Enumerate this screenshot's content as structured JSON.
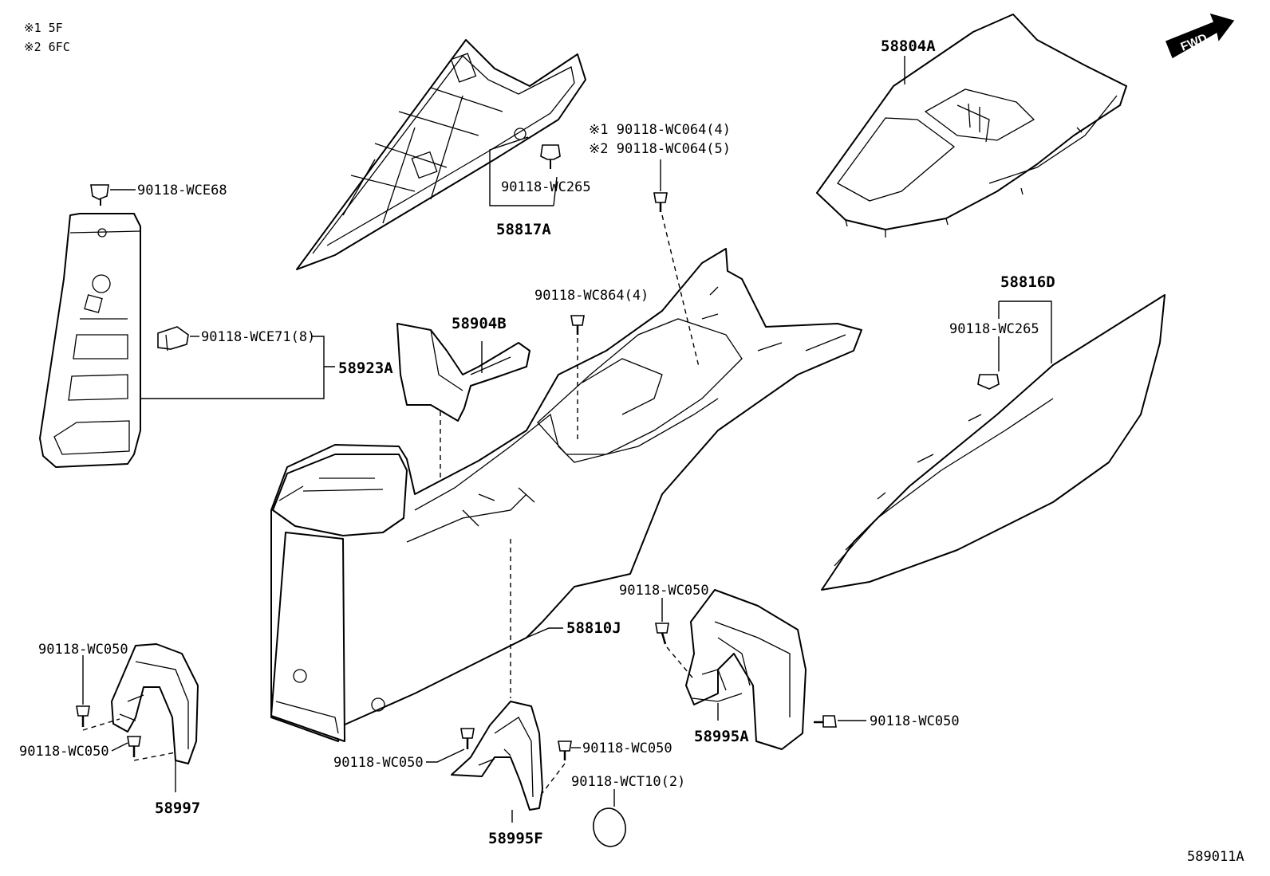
{
  "notes": {
    "note1": "※1 5F",
    "note2": "※2 6FC"
  },
  "fwd_label": "FWD",
  "figure_id": "589011A",
  "parts": {
    "p58804A": "58804A",
    "p58817A": "58817A",
    "p58816D": "58816D",
    "p58904B": "58904B",
    "p58923A": "58923A",
    "p58810J": "58810J",
    "p58995A": "58995A",
    "p58995F": "58995F",
    "p58997": "58997"
  },
  "fasteners": {
    "wc064_n1": "※1 90118-WC064(4)",
    "wc064_n2": "※2 90118-WC064(5)",
    "wc265_top": "90118-WC265",
    "wce68": "90118-WCE68",
    "wce71": "90118-WCE71(8)",
    "wc864": "90118-WC864(4)",
    "wc265_right": "90118-WC265",
    "wc050_center": "90118-WC050",
    "wc050_right": "90118-WC050",
    "wc050_left_top": "90118-WC050",
    "wc050_left_bot": "90118-WC050",
    "wc050_bottom_a": "90118-WC050",
    "wc050_bottom_b": "90118-WC050",
    "wct10": "90118-WCT10(2)"
  },
  "icon_names": [
    "fwd-arrow-icon",
    "bolt-icon",
    "clip-icon",
    "cap-icon"
  ]
}
